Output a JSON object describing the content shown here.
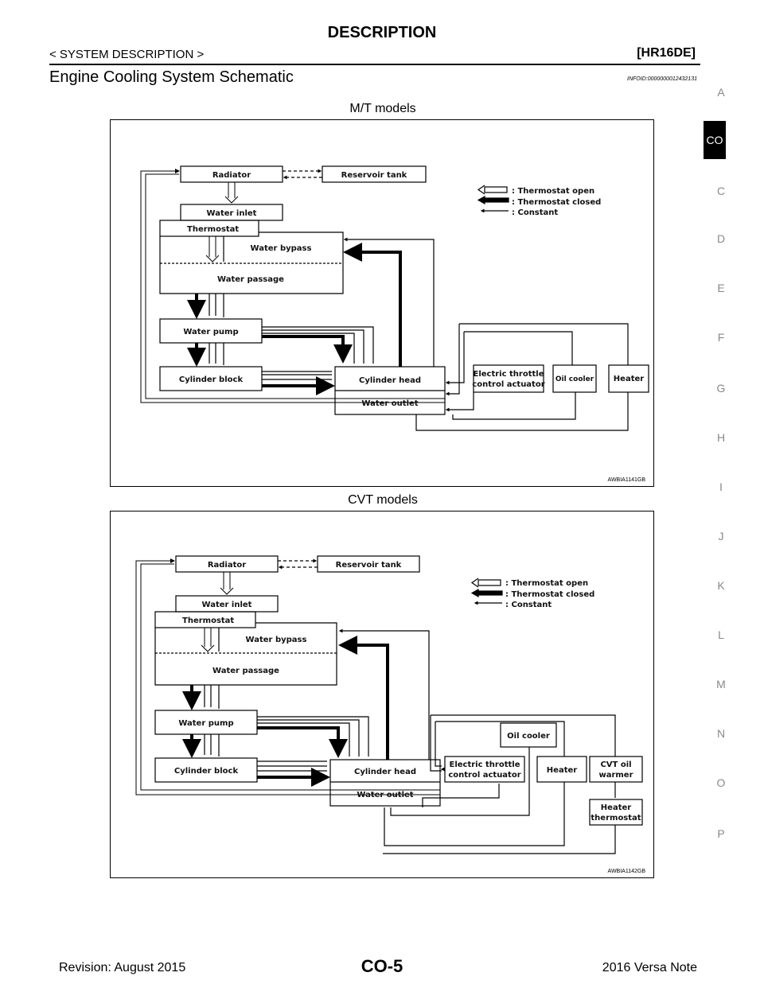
{
  "header": {
    "title": "DESCRIPTION",
    "breadcrumb": "< SYSTEM DESCRIPTION >",
    "engine_code": "[HR16DE]"
  },
  "section": {
    "title": "Engine Cooling System Schematic",
    "info_id": "INFOID:0000000012432131"
  },
  "legend": {
    "open": ": Thermostat open",
    "closed": ": Thermostat closed",
    "constant": ": Constant"
  },
  "figures": {
    "mt": {
      "caption": "M/T models",
      "figure_id": "AWBIA1141GB",
      "labels": {
        "radiator": "Radiator",
        "reservoir": "Reservoir tank",
        "water_inlet": "Water inlet",
        "thermostat": "Thermostat",
        "water_bypass": "Water bypass",
        "water_passage": "Water passage",
        "water_pump": "Water pump",
        "cylinder_block": "Cylinder block",
        "cylinder_head": "Cylinder head",
        "water_outlet": "Water outlet",
        "throttle_1": "Electric throttle",
        "throttle_2": "control actuator",
        "oil_cooler": "Oil cooler",
        "heater": "Heater"
      }
    },
    "cvt": {
      "caption": "CVT models",
      "figure_id": "AWBIA1142GB",
      "labels": {
        "radiator": "Radiator",
        "reservoir": "Reservoir tank",
        "water_inlet": "Water inlet",
        "thermostat": "Thermostat",
        "water_bypass": "Water bypass",
        "water_passage": "Water passage",
        "water_pump": "Water pump",
        "cylinder_block": "Cylinder block",
        "cylinder_head": "Cylinder head",
        "water_outlet": "Water outlet",
        "throttle_1": "Electric throttle",
        "throttle_2": "control actuator",
        "oil_cooler": "Oil cooler",
        "heater": "Heater",
        "cvt_warmer_1": "CVT oil",
        "cvt_warmer_2": "warmer",
        "heater_thermostat_1": "Heater",
        "heater_thermostat_2": "thermostat"
      }
    }
  },
  "side_index": [
    "A",
    "CO",
    "C",
    "D",
    "E",
    "F",
    "G",
    "H",
    "I",
    "J",
    "K",
    "L",
    "M",
    "N",
    "O",
    "P"
  ],
  "footer": {
    "revision": "Revision: August 2015",
    "page": "CO-5",
    "model": "2016 Versa Note"
  }
}
